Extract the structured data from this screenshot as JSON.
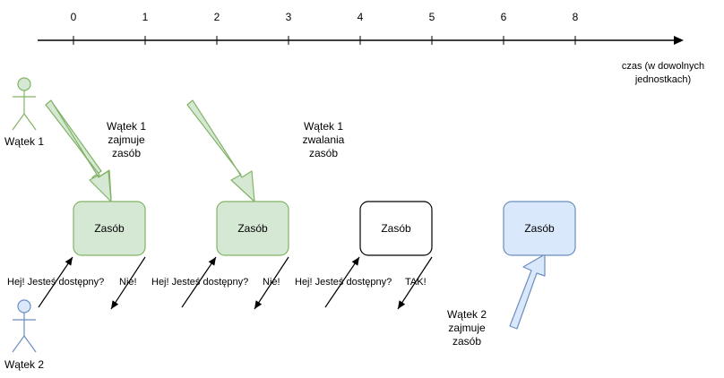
{
  "timeline": {
    "ticks": [
      "0",
      "1",
      "2",
      "3",
      "4",
      "5",
      "6",
      "8"
    ],
    "axis_label_lines": [
      "czas (w dowolnych",
      "jednostkach)"
    ]
  },
  "actors": {
    "thread1": {
      "label": "Wątek 1",
      "color": "#d5e8d4",
      "stroke": "#82b366"
    },
    "thread2": {
      "label": "Wątek 2",
      "color": "#dae8fc",
      "stroke": "#6c8ebf"
    }
  },
  "resources": [
    {
      "label": "Zasób",
      "state": "held-by-thread-1",
      "fill": "#d5e8d4",
      "stroke": "#82b366"
    },
    {
      "label": "Zasób",
      "state": "held-by-thread-1",
      "fill": "#d5e8d4",
      "stroke": "#82b366"
    },
    {
      "label": "Zasób",
      "state": "free",
      "fill": "#ffffff",
      "stroke": "#000000"
    },
    {
      "label": "Zasób",
      "state": "held-by-thread-2",
      "fill": "#dae8fc",
      "stroke": "#6c8ebf"
    }
  ],
  "notes": [
    {
      "lines": [
        "Wątek 1",
        "zajmuje",
        "zasób"
      ]
    },
    {
      "lines": [
        "Wątek 1",
        "zwalania",
        "zasób"
      ]
    },
    {
      "lines": [
        "Wątek 2",
        "zajmuje",
        "zasób"
      ]
    }
  ],
  "queries": [
    {
      "question": "Hej! Jesteś dostępny?",
      "answer": "Nie!"
    },
    {
      "question": "Hej! Jesteś dostępny?",
      "answer": "Nie!"
    },
    {
      "question": "Hej! Jesteś dostępny?",
      "answer": "TAK!"
    }
  ]
}
